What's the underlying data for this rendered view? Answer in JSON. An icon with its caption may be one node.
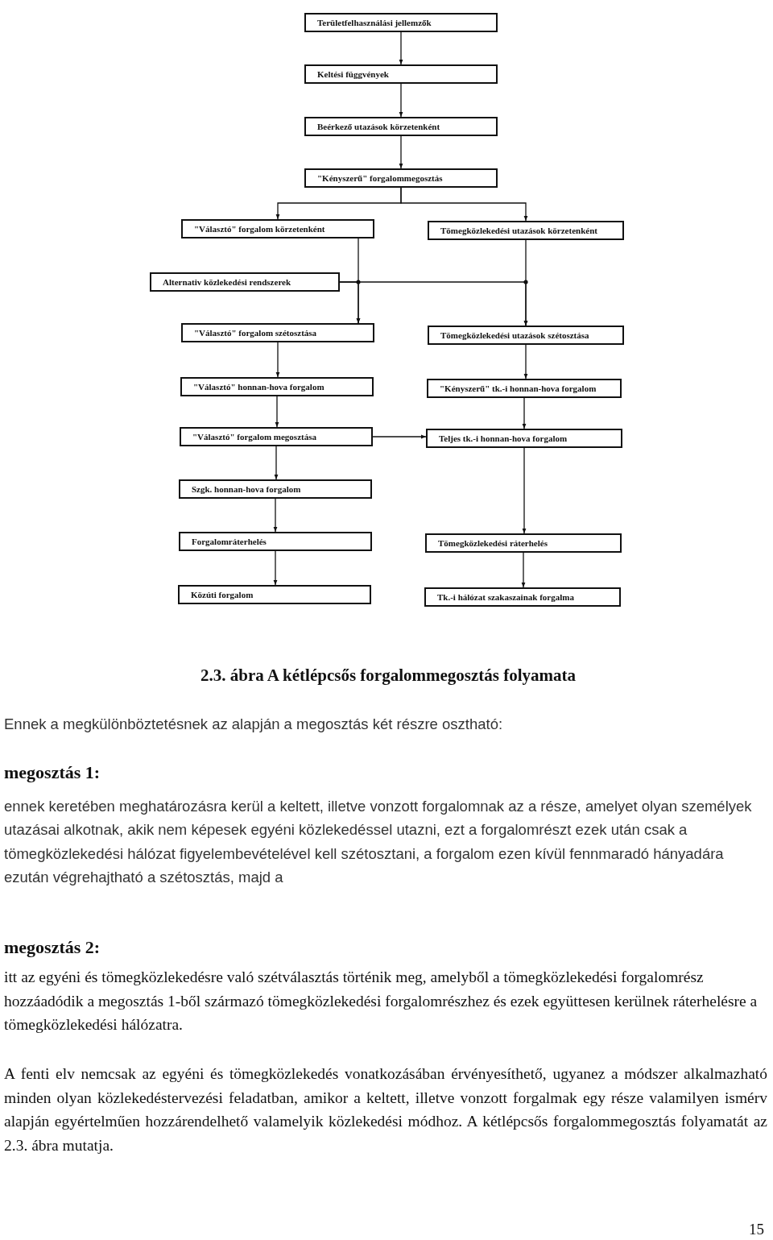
{
  "diagram": {
    "caption": "2.3. ábra A kétlépcsős forgalommegosztás folyamata",
    "nodes": [
      {
        "text": [
          "Területfelhasználási jellemzők"
        ]
      },
      {
        "text": [
          "Keltési függvények"
        ]
      },
      {
        "text": [
          "Beérkező utazások körzetenként"
        ]
      },
      {
        "text": [
          "\"Kényszerű\" forgalommegosztás"
        ]
      },
      {
        "text": [
          "\"Választó\" forgalom körzetenként"
        ]
      },
      {
        "text": [
          "Tömegközlekedési utazások körzetenként"
        ]
      },
      {
        "text": [
          "Alternativ közlekedési rendszerek"
        ]
      },
      {
        "text": [
          "\"Választó\" forgalom szétosztása"
        ]
      },
      {
        "text": [
          "Tömegközlekedési utazások szétosztása"
        ]
      },
      {
        "text": [
          "\"Választó\" honnan-hova forgalom"
        ]
      },
      {
        "text": [
          "\"Kényszerű\" tk.-i honnan-hova forgalom"
        ]
      },
      {
        "text": [
          "\"Választó\" forgalom megosztása"
        ]
      },
      {
        "text": [
          "Teljes tk.-i honnan-hova forgalom"
        ]
      },
      {
        "text": [
          "Szgk. honnan-hova forgalom"
        ]
      },
      {
        "text": [
          "Forgalomráterhelés"
        ]
      },
      {
        "text": [
          "Tömegközlekedési ráterhelés"
        ]
      },
      {
        "text": [
          "Közúti forgalom"
        ]
      },
      {
        "text": [
          "Tk.-i hálózat szakaszainak forgalma"
        ]
      }
    ],
    "edges": [
      {
        "from": 0,
        "to": 1,
        "arrow": "to"
      },
      {
        "from": 1,
        "to": 2,
        "arrow": "to"
      },
      {
        "from": 2,
        "to": 3,
        "arrow": "to"
      },
      {
        "from": 3,
        "to": 4,
        "arrow": "to"
      },
      {
        "from": 3,
        "to": 5,
        "arrow": "to"
      },
      {
        "from": 4,
        "to": 7,
        "arrow": "to"
      },
      {
        "from": 6,
        "to": 7,
        "arrow": "to"
      },
      {
        "from": 5,
        "to": 8,
        "arrow": "to"
      },
      {
        "from": 6,
        "to": 8,
        "arrow": "to"
      },
      {
        "from": 7,
        "to": 9,
        "arrow": "to"
      },
      {
        "from": 8,
        "to": 10,
        "arrow": "to"
      },
      {
        "from": 9,
        "to": 11,
        "arrow": "to"
      },
      {
        "from": 10,
        "to": 12,
        "arrow": "to"
      },
      {
        "from": 11,
        "to": 12,
        "arrow": "to"
      },
      {
        "from": 11,
        "to": 13,
        "arrow": "to"
      },
      {
        "from": 12,
        "to": 15,
        "arrow": "to"
      },
      {
        "from": 13,
        "to": 14,
        "arrow": "to"
      },
      {
        "from": 14,
        "to": 16,
        "arrow": "to"
      },
      {
        "from": 15,
        "to": 17,
        "arrow": "to"
      }
    ],
    "labels": [
      "Ennek a megkülönböztetésnek az alapján a megosztás két részre osztható:",
      "megosztás 1:",
      "ennek keretében meghatározásra kerül a keltett, illetve vonzott forgalomnak az a része, amelyet olyan személyek utazásai alkotnak, akik nem képesek egyéni közlekedéssel utazni, ezt a forgalomrészt ezek után csak a tömegközlekedési hálózat figyelembevételével kell szétosztani, a forgalom ezen kívül fennmaradó hányadára ezután végrehajtható a szétosztás, majd a",
      "megosztás 2:",
      "itt az egyéni és tömegközlekedésre való szétválasztás történik meg, amelyből a tömegközlekedési forgalomrész hozzáadódik a megosztás 1-ből származó tömegközlekedési forgalomrészhez és ezek együttesen kerülnek ráterhelésre a tömegközlekedési hálózatra.",
      "A fenti elv nemcsak az egyéni és tömegközlekedés vonatkozásában érvényesíthető, ugyanez a módszer alkalmazható minden olyan közlekedéstervezési feladatban, amikor a keltett, illetve vonzott forgalmak egy része valamilyen ismérv alapján egyértelműen hozzárendelhető valamelyik közlekedési módhoz. A kétlépcsős forgalommegosztás folyamatát az 2.3. ábra mutatja.",
      "15"
    ]
  }
}
